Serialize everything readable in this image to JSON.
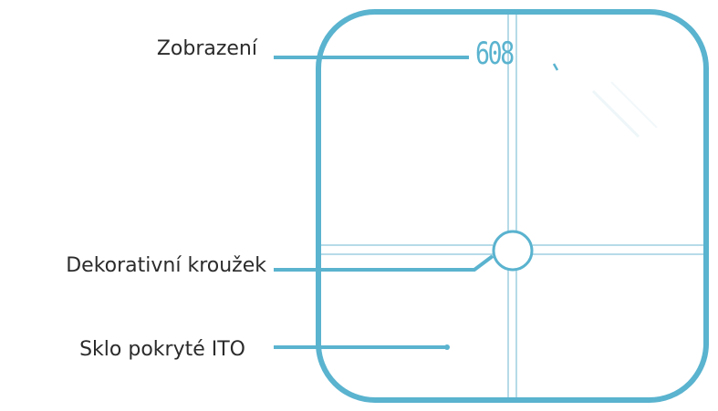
{
  "labels": {
    "display": "Zobrazení",
    "ring": "Dekorativní kroužek",
    "glass": "Sklo pokryté ITO"
  },
  "readout": "608",
  "colors": {
    "accent": "#5ab3cf",
    "divider": "#b6dbe8",
    "text": "#2b2b2b",
    "background": "#ffffff"
  }
}
